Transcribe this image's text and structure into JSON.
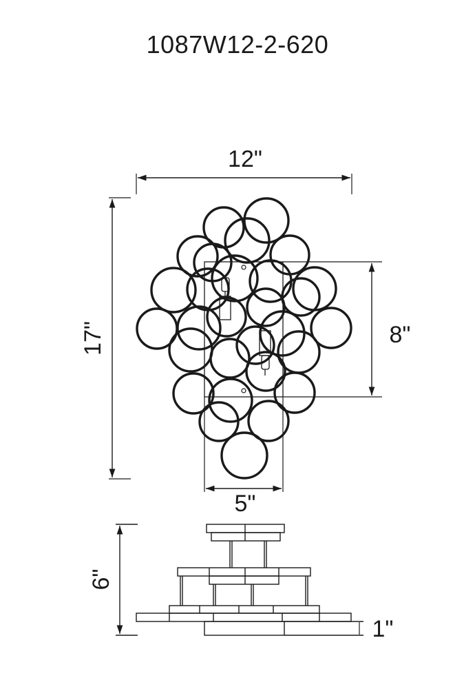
{
  "title": "1087W12-2-620",
  "dimensions": {
    "width": "12\"",
    "height": "17\"",
    "backplate_height": "8\"",
    "backplate_width": "5\"",
    "depth": "6\"",
    "backplate_depth": "1\""
  },
  "colors": {
    "line": "#1a1a1a",
    "background": "#ffffff"
  }
}
